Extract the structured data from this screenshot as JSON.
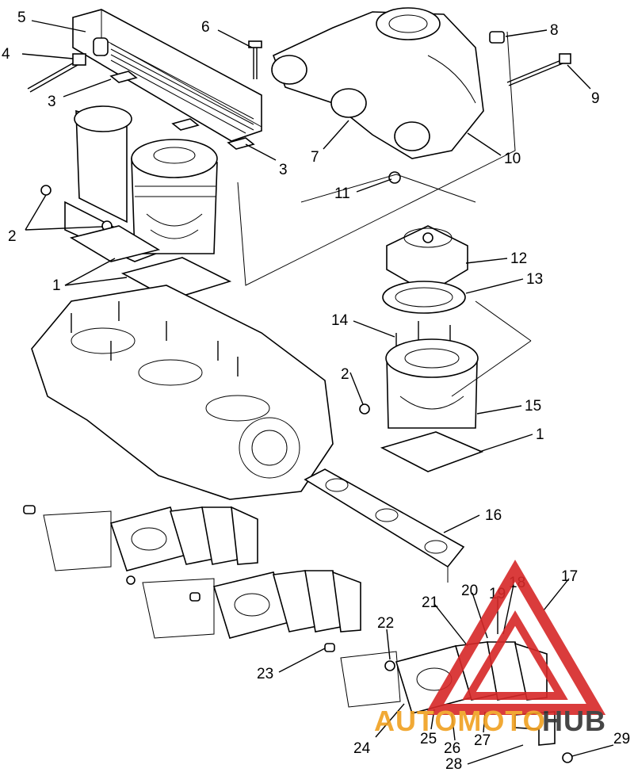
{
  "callouts": [
    "5",
    "4",
    "3",
    "6",
    "8",
    "9",
    "7",
    "10",
    "3",
    "11",
    "2",
    "12",
    "13",
    "1",
    "14",
    "2",
    "15",
    "1",
    "16",
    "17",
    "18",
    "19",
    "20",
    "21",
    "22",
    "23",
    "24",
    "25",
    "26",
    "27",
    "28",
    "29"
  ],
  "watermark": {
    "part1": "AUTOMOTO",
    "part2": "HUB",
    "color_red": "#d62828",
    "color_orange": "#f0a020",
    "color_dark": "#333333"
  }
}
